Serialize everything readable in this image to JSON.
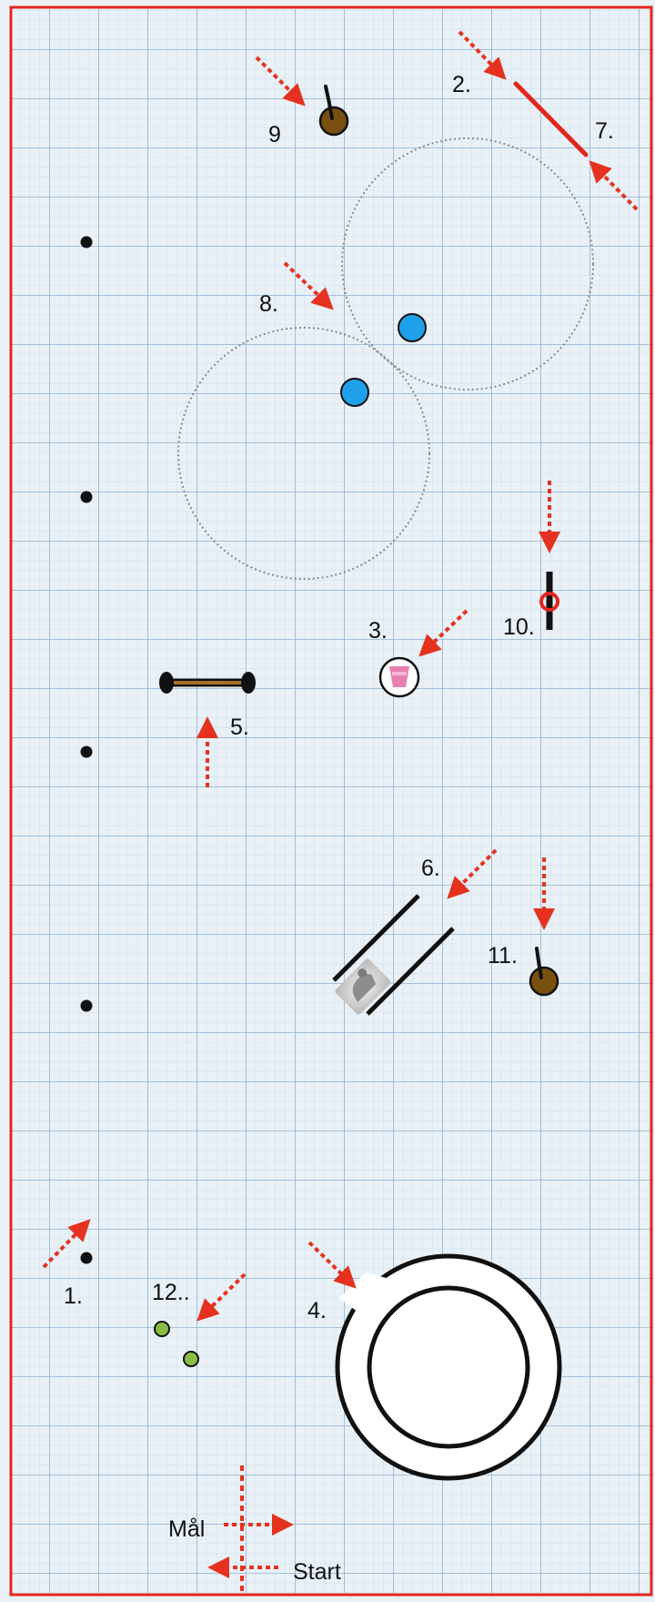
{
  "course": {
    "colors": {
      "border": "#e2261c",
      "grid_minor": "#c7d9ea",
      "grid_major": "#8fb1d1",
      "paper": "#e9f1f7",
      "arrow": "#e5321f",
      "wall": "#111111",
      "blue_cone": "#1ea0ea",
      "brown_pole": "#7a5010",
      "green_marker": "#8bbd45",
      "circle_guide": "#8a8a8a"
    },
    "stations": [
      {
        "id": "1",
        "label": "1."
      },
      {
        "id": "2",
        "label": "2."
      },
      {
        "id": "3",
        "label": "3."
      },
      {
        "id": "4",
        "label": "4."
      },
      {
        "id": "5",
        "label": "5."
      },
      {
        "id": "6",
        "label": "6."
      },
      {
        "id": "7",
        "label": "7."
      },
      {
        "id": "8",
        "label": "8."
      },
      {
        "id": "9",
        "label": "9"
      },
      {
        "id": "10",
        "label": "10."
      },
      {
        "id": "11",
        "label": "11."
      },
      {
        "id": "12",
        "label": "12.."
      }
    ],
    "finish_label": "Mål",
    "start_label": "Start",
    "icons": {
      "cone": "blue-cone-icon",
      "pole": "brown-pole-icon",
      "cup": "pink-cup-icon",
      "dog": "dog-figure-icon",
      "bar": "jump-bar-icon",
      "ring": "ring-icon",
      "marker": "green-marker-icon",
      "post": "black-post-icon"
    }
  }
}
